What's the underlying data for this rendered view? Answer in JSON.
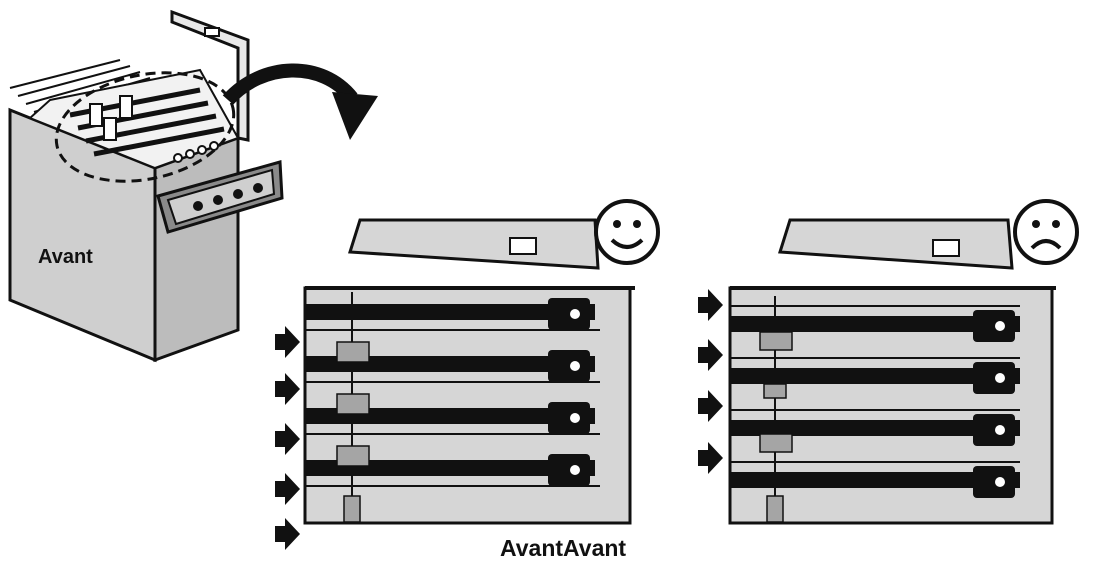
{
  "labels": {
    "chassis_front": "Avant",
    "bottom_caption": "AvantAvant"
  },
  "panels": [
    {
      "id": "correct",
      "face": "happy",
      "front_arrows": 5,
      "slots": 4
    },
    {
      "id": "incorrect",
      "face": "sad",
      "front_arrows": 4,
      "slots": 4
    }
  ],
  "colors": {
    "line": "#111111",
    "panel_fill": "#d6d6d6",
    "chassis_side": "#bcbcbc",
    "chassis_front": "#cfcfcf",
    "clip": "#a5a5a5",
    "background": "#ffffff"
  },
  "icons": [
    "curved-arrow-icon",
    "happy-face-icon",
    "sad-face-icon",
    "right-arrow-icon"
  ]
}
